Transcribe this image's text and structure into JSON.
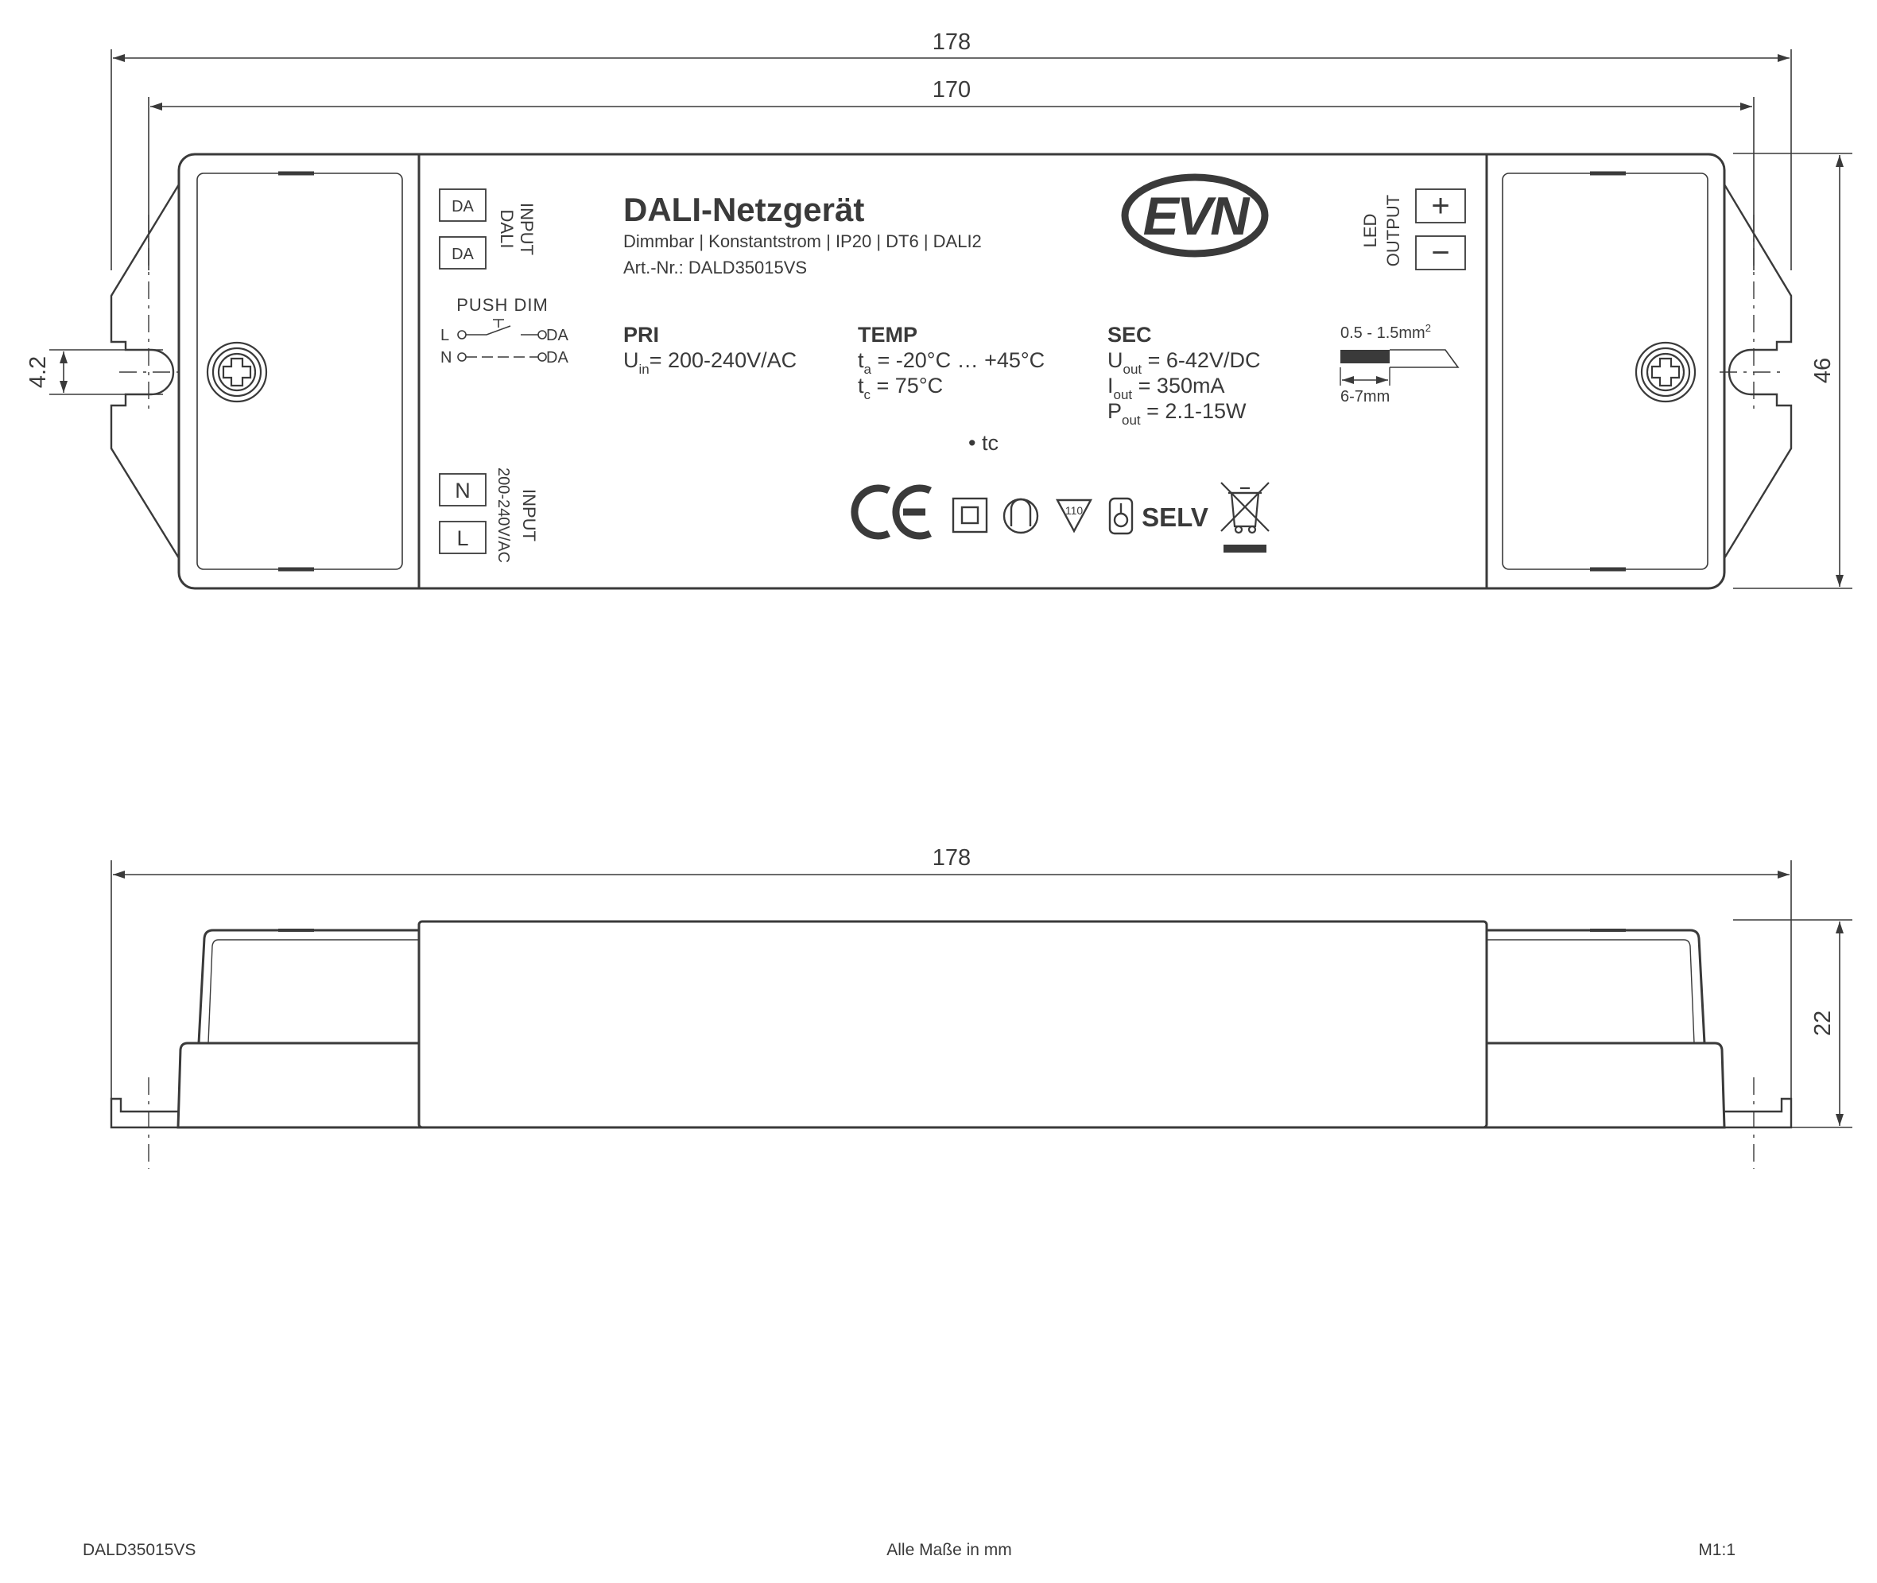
{
  "dimensions": {
    "top_overall": "178",
    "top_inner": "170",
    "height": "46",
    "slot": "4.2",
    "side_overall": "178",
    "side_height": "22"
  },
  "label": {
    "title": "DALI-Netzgerät",
    "subtitle": "Dimmbar | Konstantstrom | IP20 | DT6 | DALI2",
    "article": "Art.-Nr.: DALD35015VS",
    "brand": "EVN",
    "pri": {
      "heading": "PRI",
      "uin_sym": "U",
      "uin_sub": "in",
      "uin_val": "= 200-240V/AC"
    },
    "temp": {
      "heading": "TEMP",
      "ta_sym": "t",
      "ta_sub": "a",
      "ta_val": " = -20°C … +45°C",
      "tc_sym": "t",
      "tc_sub": "c",
      "tc_val": " =   75°C"
    },
    "sec": {
      "heading": "SEC",
      "uout_sym": "U",
      "uout_sub": "out",
      "uout_val": "  = 6-42V/DC",
      "iout_sym": "I",
      "iout_sub": "out",
      "iout_val": "   = 350mA",
      "pout_sym": "P",
      "pout_sub": "out",
      "pout_val": "  = 2.1-15W"
    },
    "tc_point": "• tc",
    "selv": "SELV",
    "t110": "110"
  },
  "terminals": {
    "dali_1": "DA",
    "dali_2": "DA",
    "dali_caption_1": "INPUT",
    "dali_caption_2": "DALI",
    "push_dim": "PUSH DIM",
    "push_l": "L",
    "push_n": "N",
    "push_da_1": "DA",
    "push_da_2": "DA",
    "mains_n": "N",
    "mains_l": "L",
    "mains_caption_1": "INPUT",
    "mains_caption_2": "200-240V/AC",
    "led_plus": "+",
    "led_minus": "−",
    "led_caption_1": "LED",
    "led_caption_2": "OUTPUT",
    "wire_gauge": "0.5 - 1.5mm",
    "wire_gauge_sup": "2",
    "strip_length": "6-7mm"
  },
  "footer": {
    "left": "DALD35015VS",
    "center": "Alle Maße in mm",
    "right": "M1:1"
  },
  "colors": {
    "line": "#3a3a3a",
    "background": "#ffffff"
  }
}
